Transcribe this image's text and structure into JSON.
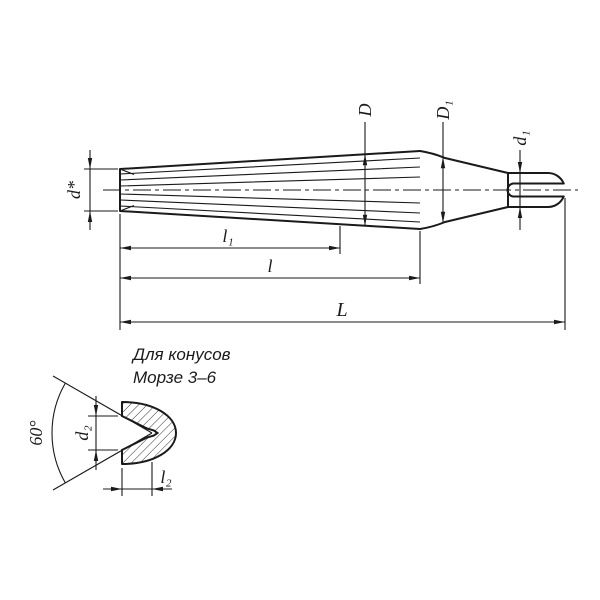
{
  "canvas": {
    "bg": "#ffffff",
    "stroke": "#1a1a1a"
  },
  "note": {
    "line1": "Для конусов",
    "line2": "Морзе 3–6"
  },
  "labels": {
    "d_star": "d*",
    "D": "D",
    "D1": "D₁",
    "d1": "d₁",
    "l1": "l₁",
    "l": "l",
    "L": "L",
    "angle": "60°",
    "d2": "d₂",
    "l2": "l₂"
  }
}
